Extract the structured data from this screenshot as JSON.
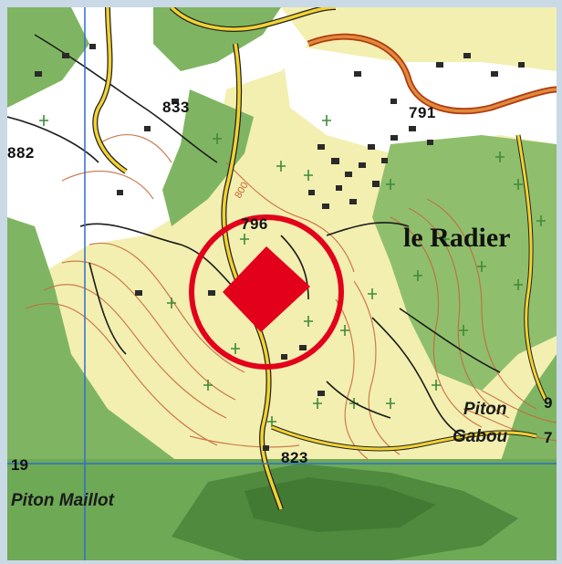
{
  "map": {
    "place_name": "le Radier",
    "spot_heights": [
      "833",
      "791",
      "882",
      "796",
      "823"
    ],
    "other_labels": {
      "piton_gabou_line1": "Piton",
      "piton_gabou_line2": "Gabou",
      "piton_maillot": "Piton Maillot",
      "grid_19": "19",
      "contour_800": "800",
      "edge_9": "9",
      "edge_7": "7"
    },
    "marker": {
      "shape": "red-diamond-in-circle",
      "color": "#e3001b"
    },
    "colors": {
      "forest": "#7fb562",
      "dense_forest": "#5f9a4c",
      "cultivated": "#f3efb0",
      "urban": "#ffffff",
      "contour": "#c5683a",
      "road": "#f2d232",
      "grid": "#2f6fc9",
      "marker": "#e3001b"
    }
  }
}
